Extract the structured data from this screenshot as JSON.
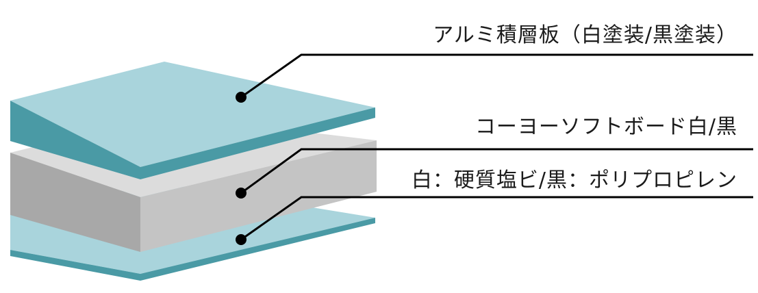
{
  "labels": {
    "top": "アルミ積層板（白塗装/黒塗装）",
    "middle": "コーヨーソフトボード白/黒",
    "bottom": "白：硬質塩ビ/黒：ポリプロピレン"
  },
  "colors": {
    "plate_top": "#a9d4dc",
    "plate_edge": "#4a9aa5",
    "core_top": "#dcdcdc",
    "core_front": "#a8a8a8",
    "core_side": "#c4c4c4",
    "leader": "#000000"
  }
}
